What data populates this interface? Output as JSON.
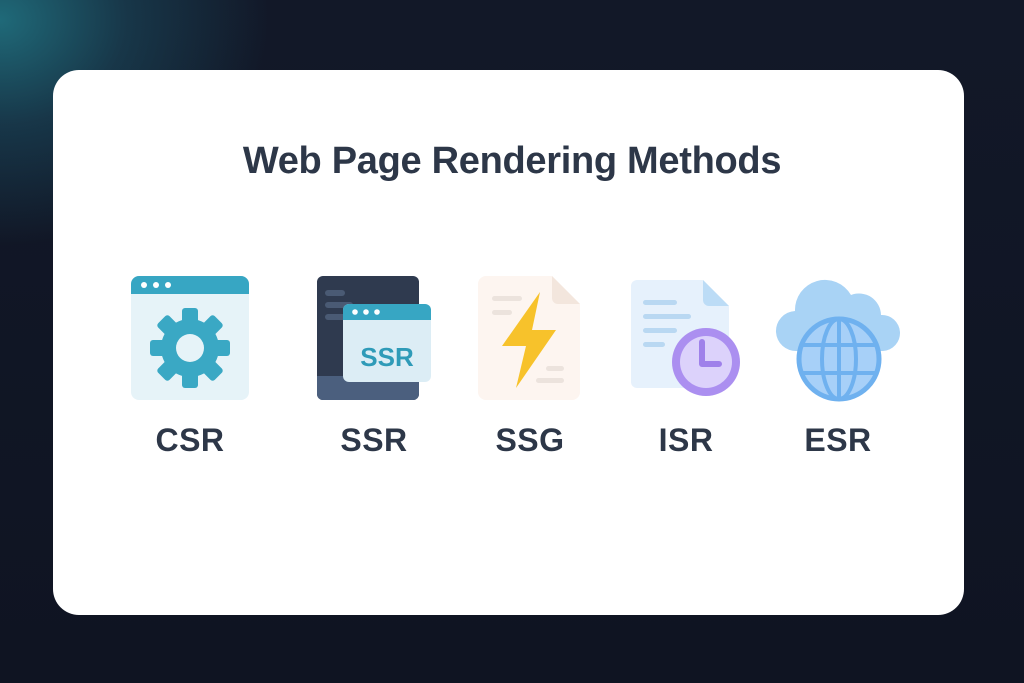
{
  "title": "Web Page Rendering Methods",
  "methods": [
    {
      "label": "CSR",
      "icon": "browser-gear-icon",
      "color": "#3aa8c4"
    },
    {
      "label": "SSR",
      "icon": "server-browser-icon",
      "color": "#2f3e55",
      "icon_text": "SSR"
    },
    {
      "label": "SSG",
      "icon": "document-lightning-icon",
      "color": "#f7c22b"
    },
    {
      "label": "ISR",
      "icon": "document-clock-icon",
      "color": "#a98cf0"
    },
    {
      "label": "ESR",
      "icon": "cloud-globe-icon",
      "color": "#7fbaf2"
    }
  ],
  "colors": {
    "background": "#111625",
    "card": "#ffffff",
    "text": "#2d3748"
  }
}
